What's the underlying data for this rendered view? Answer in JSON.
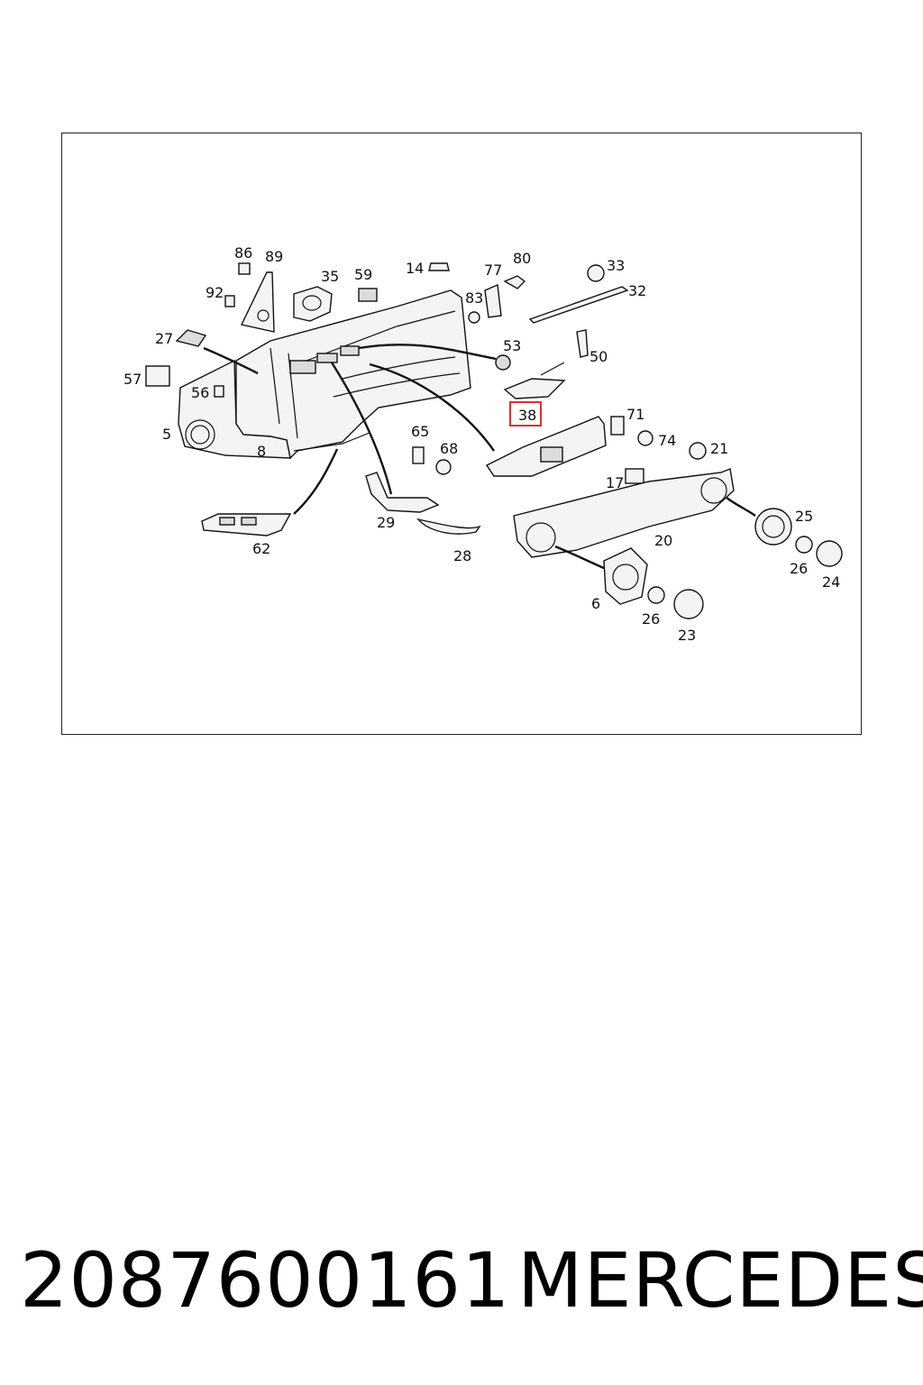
{
  "diagram": {
    "labels": [
      "86",
      "89",
      "35",
      "59",
      "14",
      "77",
      "80",
      "33",
      "32",
      "92",
      "83",
      "27",
      "53",
      "50",
      "57",
      "56",
      "38",
      "5",
      "8",
      "65",
      "68",
      "71",
      "74",
      "21",
      "17",
      "29",
      "62",
      "28",
      "20",
      "25",
      "6",
      "26",
      "24",
      "23"
    ],
    "highlight_label": "38",
    "colors": {
      "highlight": "#d9312b",
      "line": "#111111"
    }
  },
  "footer": {
    "part_number": "2087600161",
    "brand": "MERCEDES"
  }
}
